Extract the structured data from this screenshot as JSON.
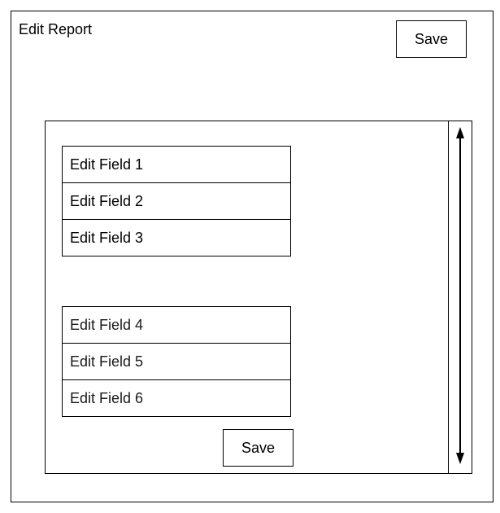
{
  "header": {
    "title": "Edit Report",
    "save_label": "Save"
  },
  "form": {
    "group_1": {
      "fields": [
        {
          "label": "Edit Field 1"
        },
        {
          "label": "Edit Field 2"
        },
        {
          "label": "Edit Field 3"
        }
      ]
    },
    "group_2": {
      "fields": [
        {
          "label": "Edit Field 4"
        },
        {
          "label": "Edit Field 5"
        },
        {
          "label": "Edit Field 6"
        }
      ]
    },
    "save_label": "Save"
  },
  "scrollbar": {
    "icon": "double-arrow-vertical-icon"
  }
}
